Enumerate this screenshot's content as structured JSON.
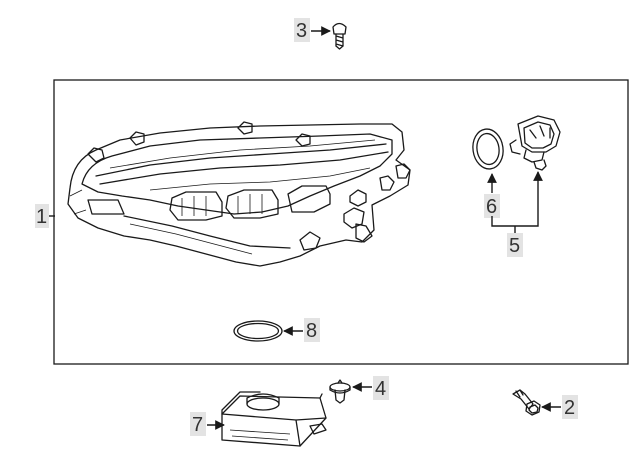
{
  "callouts": {
    "c1": "1",
    "c2": "2",
    "c3": "3",
    "c4": "4",
    "c5": "5",
    "c6": "6",
    "c7": "7",
    "c8": "8"
  },
  "parts": [
    {
      "callout": "1",
      "icon": "headlamp-assembly-icon"
    },
    {
      "callout": "2",
      "icon": "flange-bolt-icon"
    },
    {
      "callout": "3",
      "icon": "mounting-screw-icon"
    },
    {
      "callout": "4",
      "icon": "push-clip-icon"
    },
    {
      "callout": "5",
      "icon": "bulb-socket-icon"
    },
    {
      "callout": "6",
      "icon": "socket-gasket-ring-icon"
    },
    {
      "callout": "7",
      "icon": "control-module-icon"
    },
    {
      "callout": "8",
      "icon": "seal-ring-icon"
    }
  ],
  "colors": {
    "line": "#1a1a1a",
    "callout_background": "#e3e3e3",
    "callout_text": "#333333",
    "background": "#ffffff"
  }
}
